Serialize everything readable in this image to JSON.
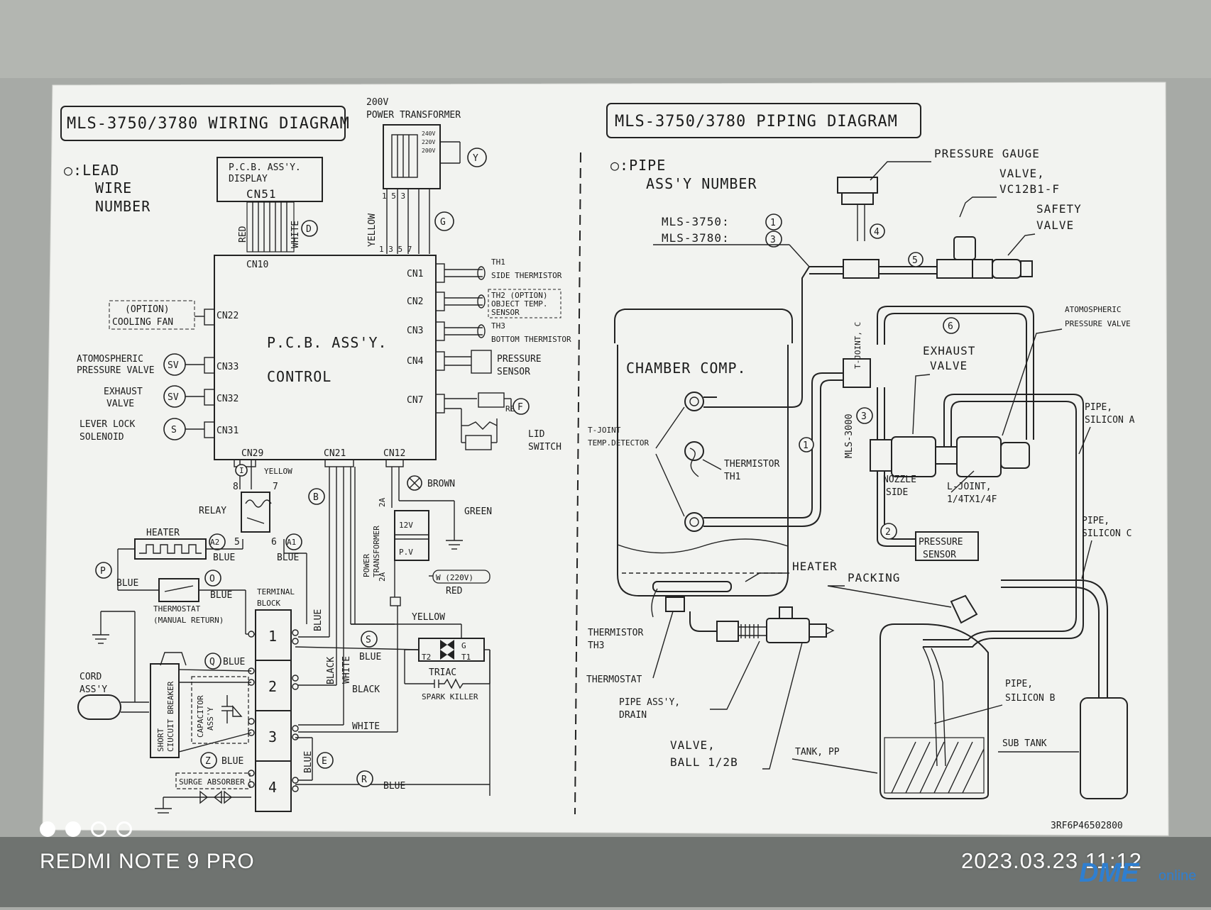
{
  "wiring": {
    "title": "MLS-3750/3780 WIRING DIAGRAM",
    "legend": [
      "○:LEAD",
      "WIRE",
      "NUMBER"
    ],
    "display": [
      "P.C.B. ASS'Y.",
      "DISPLAY",
      "CN51"
    ],
    "transformer_top": [
      "200V",
      "POWER TRANSFORMER"
    ],
    "tap_labels": [
      "240V",
      "220V",
      "200V"
    ],
    "pins_top": "1 5 3",
    "pins_bottom": "1 3 5 7",
    "control": [
      "P.C.B. ASS'Y.",
      "CONTROL"
    ],
    "connectors": {
      "cn10": "CN10",
      "cn1": "CN1",
      "cn2": "CN2",
      "cn3": "CN3",
      "cn4": "CN4",
      "cn7": "CN7",
      "cn22": "CN22",
      "cn33": "CN33",
      "cn32": "CN32",
      "cn31": "CN31",
      "cn29": "CN29",
      "cn21": "CN21",
      "cn12": "CN12"
    },
    "wire_ids": {
      "y": "Y",
      "g": "G",
      "d": "D",
      "f": "F",
      "b": "B",
      "i": "I",
      "p": "P",
      "o": "O",
      "q": "Q",
      "s": "S",
      "x": "X",
      "z": "Z",
      "e": "E",
      "r": "R",
      "a1": "A1",
      "a2": "A2"
    },
    "components": {
      "th1": [
        "TH1",
        "SIDE THERMISTOR"
      ],
      "th2": [
        "TH2 (OPTION)",
        "OBJECT TEMP.",
        "SENSOR"
      ],
      "th3": [
        "TH3",
        "BOTTOM THERMISTOR"
      ],
      "pressure_sensor": [
        "PRESSURE",
        "SENSOR"
      ],
      "lid_switch": [
        "LID",
        "SWITCH"
      ],
      "cooling_fan": [
        "(OPTION)",
        "COOLING FAN"
      ],
      "atmo_valve": [
        "ATOMOSPHERIC",
        "PRESSURE VALVE"
      ],
      "exhaust_valve": [
        "EXHAUST",
        "VALVE"
      ],
      "lever_lock": [
        "LEVER LOCK",
        "SOLENOID"
      ],
      "sv": "SV",
      "s": "S",
      "relay": "RELAY",
      "heater": "HEATER",
      "thermostat": [
        "THERMOSTAT",
        "(MANUAL RETURN)"
      ],
      "terminal_block": [
        "TERMINAL",
        "BLOCK"
      ],
      "cord": [
        "CORD",
        "ASS'Y"
      ],
      "breaker": [
        "SHORT",
        "CIUCUIT BREAKER"
      ],
      "capacitor": [
        "CAPACITOR",
        "ASS'Y"
      ],
      "surge": "SURGE ABSORBER",
      "power_transformer": [
        "POWER",
        "TRANSFORMER"
      ],
      "fuse": "2A",
      "twelve_v": "12V",
      "pv": "P.V",
      "w220": "W (220V)",
      "triac": "TRIAC",
      "spark_killer": "SPARK KILLER",
      "t2": "T2",
      "t1": "T1",
      "g": "G",
      "relay_pins": [
        "8",
        "7",
        "5",
        "6"
      ],
      "tb_numbers": [
        "1",
        "2",
        "3",
        "4"
      ]
    },
    "colors": {
      "red": "RED",
      "white": "WHITE",
      "yellow": "YELLOW",
      "blue": "BLUE",
      "brown": "BROWN",
      "green": "GREEN",
      "black": "BLACK"
    }
  },
  "piping": {
    "title": "MLS-3750/3780 PIPING DIAGRAM",
    "legend": [
      "○:PIPE",
      "ASS'Y NUMBER"
    ],
    "models": [
      "MLS-3750:",
      "MLS-3780:"
    ],
    "pipe_ids": [
      "1",
      "2",
      "3",
      "4",
      "5",
      "6"
    ],
    "labels": {
      "pressure_gauge": "PRESSURE GAUGE",
      "valve_vc": [
        "VALVE,",
        "VC12B1-F"
      ],
      "safety_valve": [
        "SAFETY",
        "VALVE"
      ],
      "atmo_valve": [
        "ATOMOSPHERIC",
        "PRESSURE VALVE"
      ],
      "t_joint_c": "T-JOINT, C",
      "exhaust_valve": [
        "EXHAUST",
        "VALVE"
      ],
      "chamber": "CHAMBER COMP.",
      "t_joint_temp": [
        "T-JOINT",
        "TEMP.DETECTOR"
      ],
      "thermistor_th1": [
        "THERMISTOR",
        "TH1"
      ],
      "mls3000": "MLS-3000",
      "nozzle_side": [
        "NOZZLE",
        "SIDE"
      ],
      "l_joint": [
        "L-JOINT,",
        "1/4TX1/4F"
      ],
      "pipe_silicon_a": [
        "PIPE,",
        "SILICON A"
      ],
      "pipe_silicon_c": [
        "PIPE,",
        "SILICON C"
      ],
      "pipe_silicon_b": [
        "PIPE,",
        "SILICON B"
      ],
      "pressure_sensor": [
        "PRESSURE",
        "SENSOR"
      ],
      "heater": "HEATER",
      "packing": "PACKING",
      "thermistor_th3": [
        "THERMISTOR",
        "TH3"
      ],
      "thermostat": "THERMOSTAT",
      "pipe_drain": [
        "PIPE ASS'Y,",
        "DRAIN"
      ],
      "valve_ball": [
        "VALVE,",
        "BALL 1/2B"
      ],
      "tank_pp": "TANK, PP",
      "sub_tank": "SUB TANK"
    },
    "doc_number": "3RF6P46502800"
  },
  "watermark": {
    "device": "REDMI NOTE 9 PRO",
    "timestamp": "2023.03.23  11:12",
    "logo_big": "DME",
    "logo_small": "online"
  }
}
